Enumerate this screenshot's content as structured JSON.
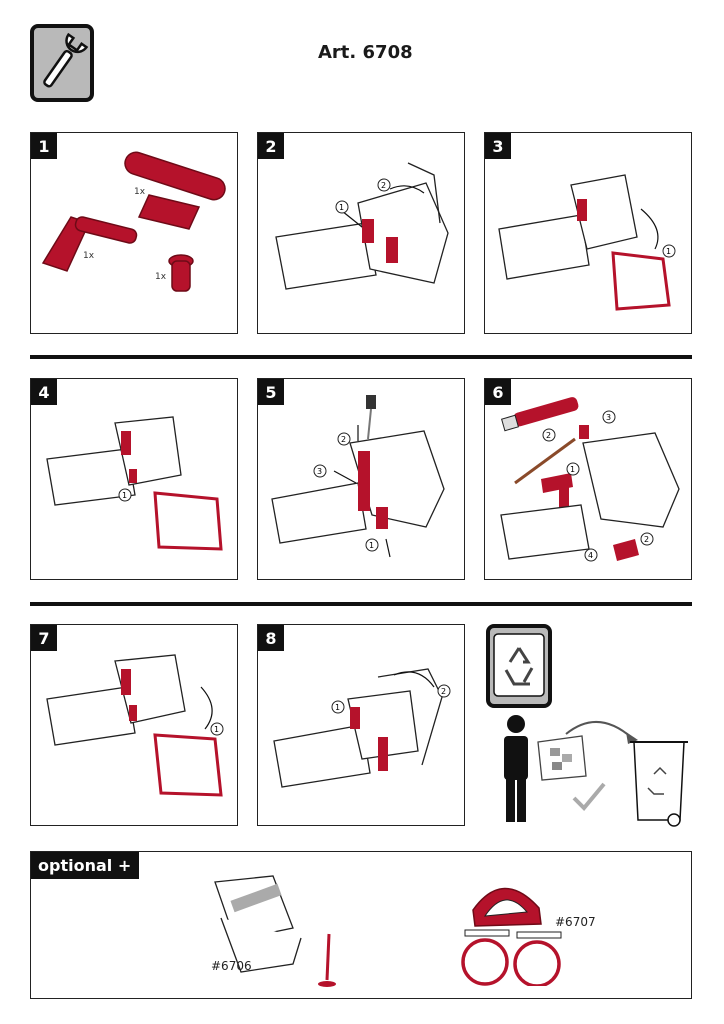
{
  "header": {
    "title": "Art. 6708",
    "tool_icon": "wrench-icon"
  },
  "steps": [
    {
      "number": "1",
      "quantities": [
        "1x",
        "1x",
        "1x"
      ]
    },
    {
      "number": "2",
      "callouts": [
        "1",
        "2"
      ]
    },
    {
      "number": "3",
      "callouts": [
        "1"
      ]
    },
    {
      "number": "4",
      "callouts": [
        "1"
      ]
    },
    {
      "number": "5",
      "callouts": [
        "1",
        "2",
        "3"
      ]
    },
    {
      "number": "6",
      "callouts": [
        "1",
        "2",
        "3",
        "4",
        "2"
      ]
    },
    {
      "number": "7",
      "callouts": [
        "1"
      ]
    },
    {
      "number": "8",
      "callouts": [
        "1",
        "2"
      ]
    }
  ],
  "recycle": {
    "icon": "recycle-icon"
  },
  "optional": {
    "label": "optional +",
    "items": [
      {
        "part_number": "#6706"
      },
      {
        "part_number": "#6707"
      }
    ]
  },
  "colors": {
    "accent": "#b5122b",
    "dark": "#111111",
    "gray": "#b9b9b9"
  }
}
